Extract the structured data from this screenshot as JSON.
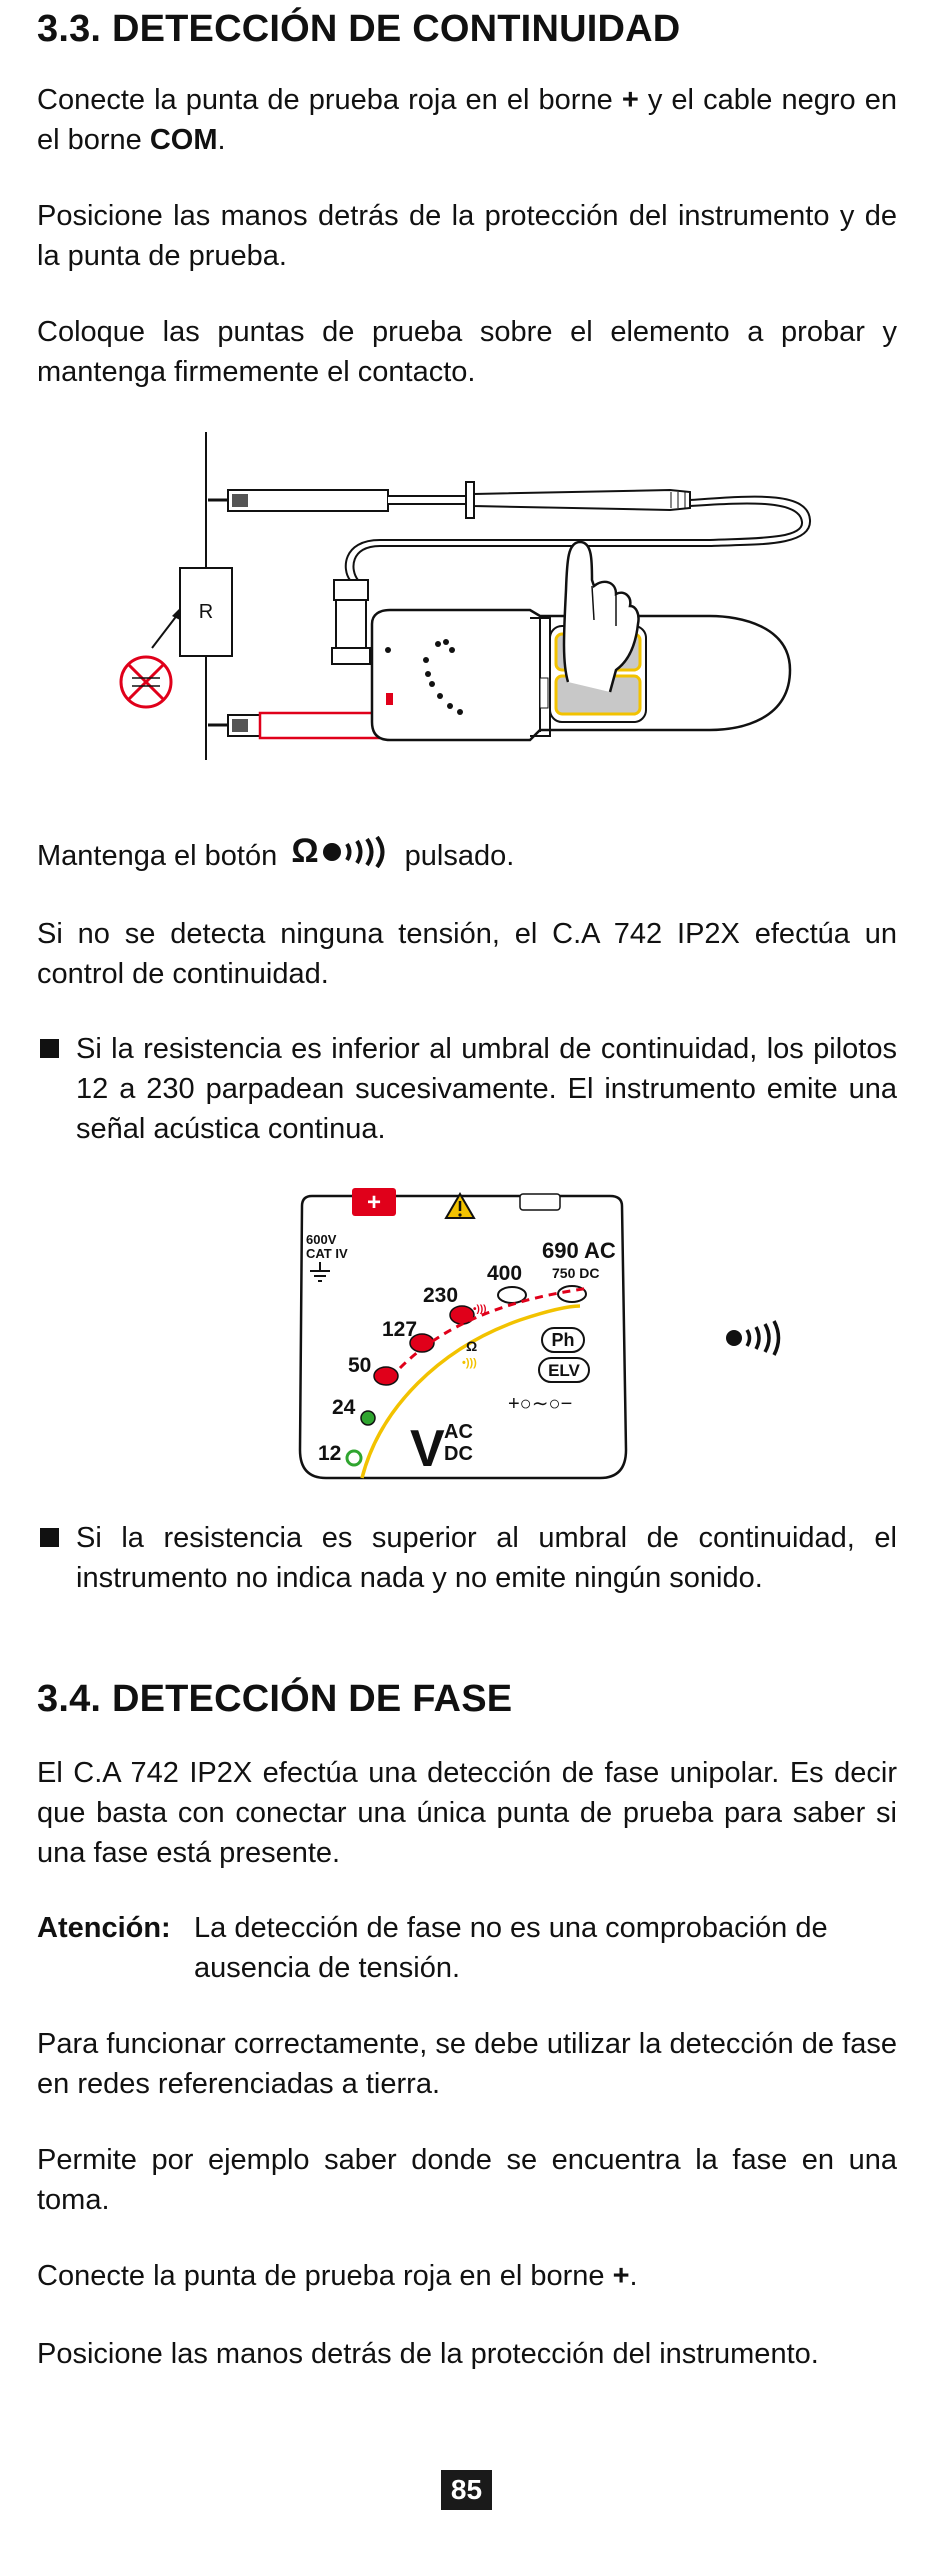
{
  "section_33": {
    "title": "3.3. DETECCIÓN DE CONTINUIDAD",
    "p1_before": "Conecte la punta de prueba roja en el borne ",
    "p1_plus": "+",
    "p1_mid": " y el cable negro en el borne ",
    "p1_com": "COM",
    "p1_end": ".",
    "p2": "Posicione las manos detrás de la protección del instrumento y de la punta de prueba.",
    "p3": "Coloque las puntas de prueba sobre el elemento a probar y mantenga firmemente el contacto.",
    "press_before": "Mantenga el botón",
    "press_after": "pulsado.",
    "p5": "Si no se detecta ninguna tensión, el C.A 742 IP2X efectúa un control de continuidad.",
    "bullet1": "Si la resistencia es inferior al umbral de continuidad, los pilotos 12 a 230 parpadean sucesivamente. El instrumento emite una señal acústica continua.",
    "bullet2": "Si la resistencia es superior al umbral de continuidad, el instrumento no indica nada y no emite ningún sonido."
  },
  "figure1": {
    "resistor_label": "R"
  },
  "display": {
    "plus": "+",
    "cat_line1": "600V",
    "cat_line2": "CAT IV",
    "ac690": "690 AC",
    "dc750": "750 DC",
    "v400": "400",
    "v230": "230",
    "v127": "127",
    "v50": "50",
    "v24": "24",
    "v12": "12",
    "ph": "Ph",
    "elv": "ELV",
    "v_big": "V",
    "ac": "AC",
    "dc": "DC",
    "polarity": "+○∼○−"
  },
  "section_34": {
    "title": "3.4. DETECCIÓN DE FASE",
    "p1": "El C.A 742 IP2X efectúa una detección de fase unipolar. Es decir que basta con conectar una única punta de prueba para saber si una fase está presente.",
    "att_label": "Atención:",
    "att_text": "La detección de fase no es una comprobación de ausencia de tensión.",
    "p2": "Para funcionar correctamente, se debe utilizar la detección de fase en redes referenciadas a tierra.",
    "p3": "Permite por ejemplo saber donde se encuentra la fase en una toma.",
    "p4_before": "Conecte la punta de prueba roja en el borne ",
    "p4_plus": "+",
    "p4_end": ".",
    "p5": "Posicione las manos detrás de la protección del instrumento."
  },
  "footer": {
    "page_number": "85"
  },
  "colors": {
    "red": "#e0001a",
    "yellow": "#f2c200",
    "green": "#2fa52f",
    "grey": "#a9a9a9"
  }
}
